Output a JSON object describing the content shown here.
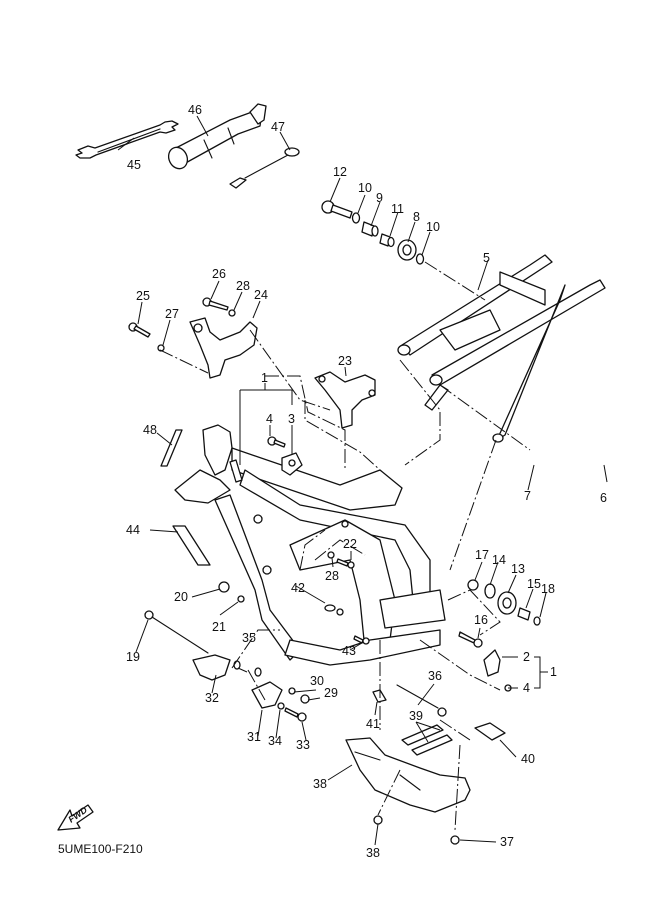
{
  "diagram": {
    "title": "Frame exploded view",
    "drawing_code": "5UME100-F210",
    "direction_marker": "FWD",
    "callouts": [
      {
        "id": "c1a",
        "text": "1"
      },
      {
        "id": "c1b",
        "text": "1"
      },
      {
        "id": "c2",
        "text": "2"
      },
      {
        "id": "c3",
        "text": "3"
      },
      {
        "id": "c4a",
        "text": "4"
      },
      {
        "id": "c4b",
        "text": "4"
      },
      {
        "id": "c5",
        "text": "5"
      },
      {
        "id": "c6",
        "text": "6"
      },
      {
        "id": "c7",
        "text": "7"
      },
      {
        "id": "c8",
        "text": "8"
      },
      {
        "id": "c9",
        "text": "9"
      },
      {
        "id": "c10a",
        "text": "10"
      },
      {
        "id": "c10b",
        "text": "10"
      },
      {
        "id": "c11",
        "text": "11"
      },
      {
        "id": "c12",
        "text": "12"
      },
      {
        "id": "c13",
        "text": "13"
      },
      {
        "id": "c14",
        "text": "14"
      },
      {
        "id": "c15",
        "text": "15"
      },
      {
        "id": "c16",
        "text": "16"
      },
      {
        "id": "c17",
        "text": "17"
      },
      {
        "id": "c18",
        "text": "18"
      },
      {
        "id": "c19",
        "text": "19"
      },
      {
        "id": "c20",
        "text": "20"
      },
      {
        "id": "c21",
        "text": "21"
      },
      {
        "id": "c22",
        "text": "22"
      },
      {
        "id": "c23",
        "text": "23"
      },
      {
        "id": "c24",
        "text": "24"
      },
      {
        "id": "c25",
        "text": "25"
      },
      {
        "id": "c26",
        "text": "26"
      },
      {
        "id": "c27",
        "text": "27"
      },
      {
        "id": "c28a",
        "text": "28"
      },
      {
        "id": "c28b",
        "text": "28"
      },
      {
        "id": "c29",
        "text": "29"
      },
      {
        "id": "c30",
        "text": "30"
      },
      {
        "id": "c31",
        "text": "31"
      },
      {
        "id": "c32",
        "text": "32"
      },
      {
        "id": "c33",
        "text": "33"
      },
      {
        "id": "c34",
        "text": "34"
      },
      {
        "id": "c35",
        "text": "35"
      },
      {
        "id": "c36",
        "text": "36"
      },
      {
        "id": "c37",
        "text": "37"
      },
      {
        "id": "c38a",
        "text": "38"
      },
      {
        "id": "c38b",
        "text": "38"
      },
      {
        "id": "c39",
        "text": "39"
      },
      {
        "id": "c40",
        "text": "40"
      },
      {
        "id": "c41",
        "text": "41"
      },
      {
        "id": "c42",
        "text": "42"
      },
      {
        "id": "c43",
        "text": "43"
      },
      {
        "id": "c44",
        "text": "44"
      },
      {
        "id": "c45",
        "text": "45"
      },
      {
        "id": "c46",
        "text": "46"
      },
      {
        "id": "c47",
        "text": "47"
      },
      {
        "id": "c48",
        "text": "48"
      }
    ]
  }
}
